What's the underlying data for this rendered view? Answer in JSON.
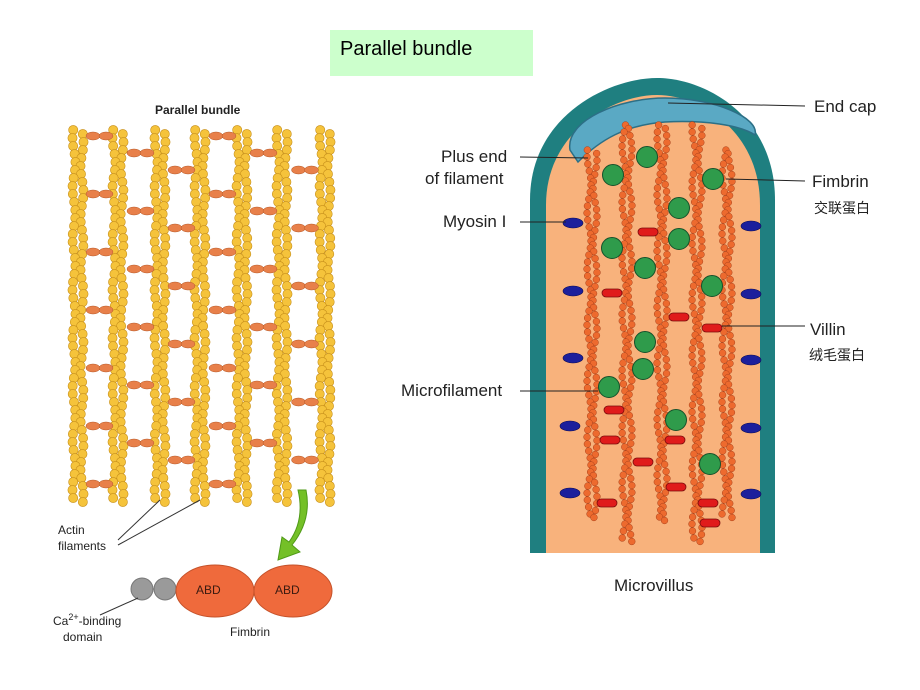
{
  "slide_title": "Parallel bundle",
  "left_panel": {
    "heading": "Parallel bundle",
    "actin_label_line1": "Actin",
    "actin_label_line2": "filaments",
    "domain_label_prefix": "Ca",
    "domain_label_sup": "2+",
    "domain_label_suffix": "-binding",
    "domain_label_line2": "domain",
    "abd_left": "ABD",
    "abd_right": "ABD",
    "fimbrin_label": "Fimbrin"
  },
  "right_panel": {
    "end_cap": "End cap",
    "plus_end_line1": "Plus end",
    "plus_end_line2": "of filament",
    "fimbrin": "Fimbrin",
    "fimbrin_cn": "交联蛋白",
    "myosin": "Myosin I",
    "villin": "Villin",
    "villin_cn": "绒毛蛋白",
    "microfilament": "Microfilament",
    "microvillus": "Microvillus"
  },
  "colors": {
    "actin_bead": "#f5c33b",
    "crosslink": "#e8804a",
    "microvillus_fill": "#f8b27c",
    "membrane": "#1f7f80",
    "end_cap": "#5aa9c4",
    "filament_bead": "#ed6a2e",
    "fimbrin_dot": "#2f9b4b",
    "villin_bar": "#e01b1b",
    "myosin_dot": "#1c1f9c",
    "abd": "#ef6a3c",
    "ca_domain": "#9a9a9a",
    "arrow": "#74c027",
    "title_bg": "#ccffcc"
  }
}
